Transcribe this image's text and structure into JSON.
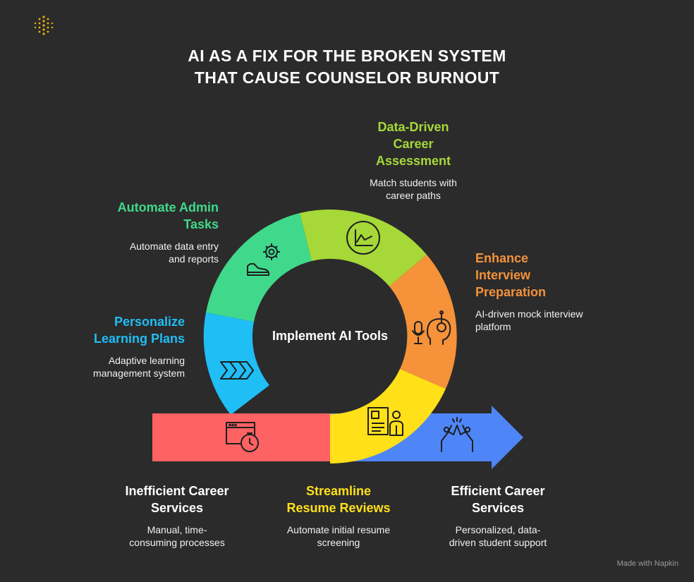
{
  "title_line1": "AI AS A FIX FOR THE BROKEN SYSTEM",
  "title_line2": "THAT CAUSE COUNSELOR BURNOUT",
  "center": "Implement AI Tools",
  "segments": {
    "data": {
      "label1": "Data-Driven",
      "label2": "Career",
      "label3": "Assessment",
      "desc1": "Match students with",
      "desc2": "career paths",
      "color": "#a6d838"
    },
    "admin": {
      "label1": "Automate Admin",
      "label2": "Tasks",
      "desc1": "Automate data entry",
      "desc2": "and reports",
      "color": "#40d98c"
    },
    "interview": {
      "label1": "Enhance",
      "label2": "Interview",
      "label3": "Preparation",
      "desc1": "AI-driven mock interview",
      "desc2": "platform",
      "color": "#f5923a"
    },
    "learning": {
      "label1": "Personalize",
      "label2": "Learning Plans",
      "desc1": "Adaptive learning",
      "desc2": "management system",
      "color": "#1fbef5"
    },
    "resume": {
      "label1": "Streamline",
      "label2": "Resume Reviews",
      "desc1": "Automate initial resume",
      "desc2": "screening",
      "color": "#ffe019"
    }
  },
  "bottom": {
    "inefficient": {
      "label1": "Inefficient Career",
      "label2": "Services",
      "desc1": "Manual, time-",
      "desc2": "consuming processes",
      "color": "#ff6262"
    },
    "efficient": {
      "label1": "Efficient Career",
      "label2": "Services",
      "desc1": "Personalized, data-",
      "desc2": "driven student support",
      "color": "#4f86f7"
    }
  },
  "footer": "Made with  Napkin",
  "colors": {
    "background": "#2b2b2b",
    "logo": "#f5b20a",
    "text": "#ffffff"
  }
}
